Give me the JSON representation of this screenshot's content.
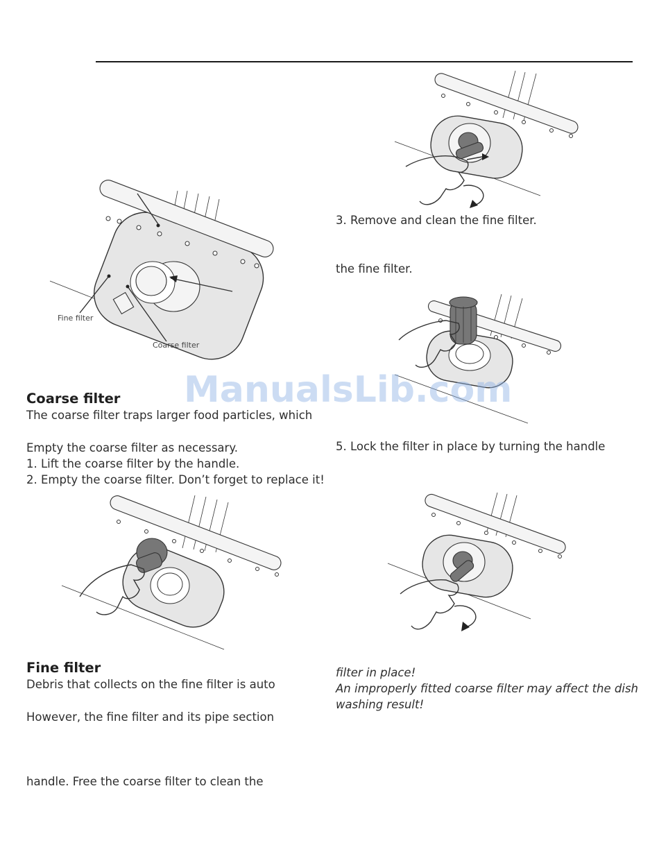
{
  "watermark": "ManualsLib.com",
  "labels": {
    "fine_filter": "Fine filter",
    "coarse_filter": "Coarse filter"
  },
  "left": {
    "coarse_heading": "Coarse filter",
    "coarse_lines": [
      "The coarse filter traps larger food particles, which",
      "Empty the coarse filter as necessary.",
      "1. Lift the coarse filter by the handle.",
      "2. Empty the coarse filter. Don’t forget to replace it!"
    ],
    "fine_heading": "Fine filter",
    "fine_lines": [
      "Debris that collects on the fine filter is auto",
      "However, the fine filter and its pipe section",
      "handle. Free the coarse filter to clean the"
    ]
  },
  "right": {
    "step3": "3. Remove and clean the fine filter.",
    "fine_filter_line": "the fine filter.",
    "step5": "5. Lock the filter in place by turning the handle",
    "italic_lines": [
      "filter in place!",
      "An improperly fitted coarse filter may affect the dish",
      "washing result!"
    ]
  },
  "icons": [
    "rotate-arrow-icon",
    "rotate-arrow-icon"
  ]
}
